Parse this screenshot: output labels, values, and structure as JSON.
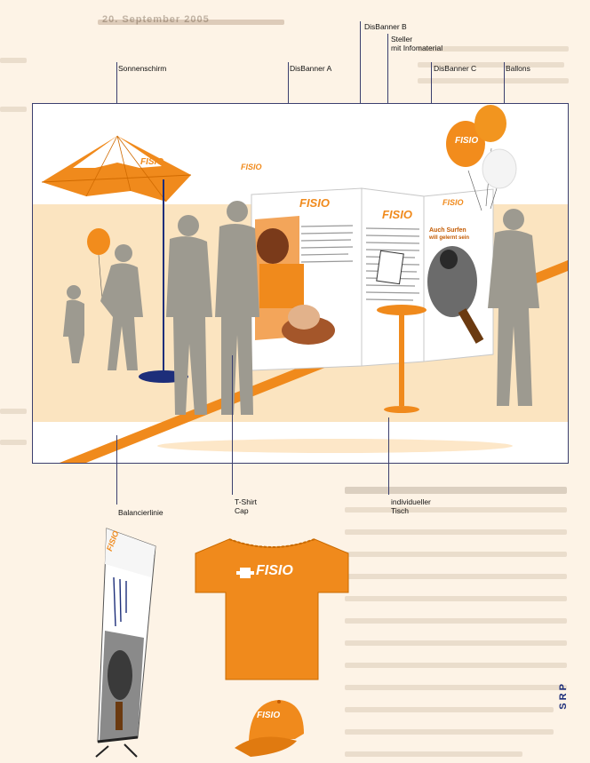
{
  "header": {
    "date_text": "20. September 2005"
  },
  "labels": {
    "sonnenschirm": "Sonnenschirm",
    "disbanner_a": "DisBanner A",
    "disbanner_b": "DisBanner B",
    "steller": "Steller\nmit Infomaterial",
    "disbanner_c": "DisBanner C",
    "ballons": "Ballons",
    "balancierlinie": "Balancierlinie",
    "tshirt_cap": "T-Shirt\nCap",
    "tisch": "individueller\nTisch"
  },
  "brand": {
    "logo_text": "FISIO"
  },
  "banner_c_text": {
    "line1": "Auch Surfen",
    "line2": "will gelernt sein"
  },
  "side_logo": "S R  P",
  "colors": {
    "orange": "#f08a1c",
    "silhouette": "#9d9a90",
    "band": "#fbe4c0",
    "line": "#3b3f6e"
  }
}
